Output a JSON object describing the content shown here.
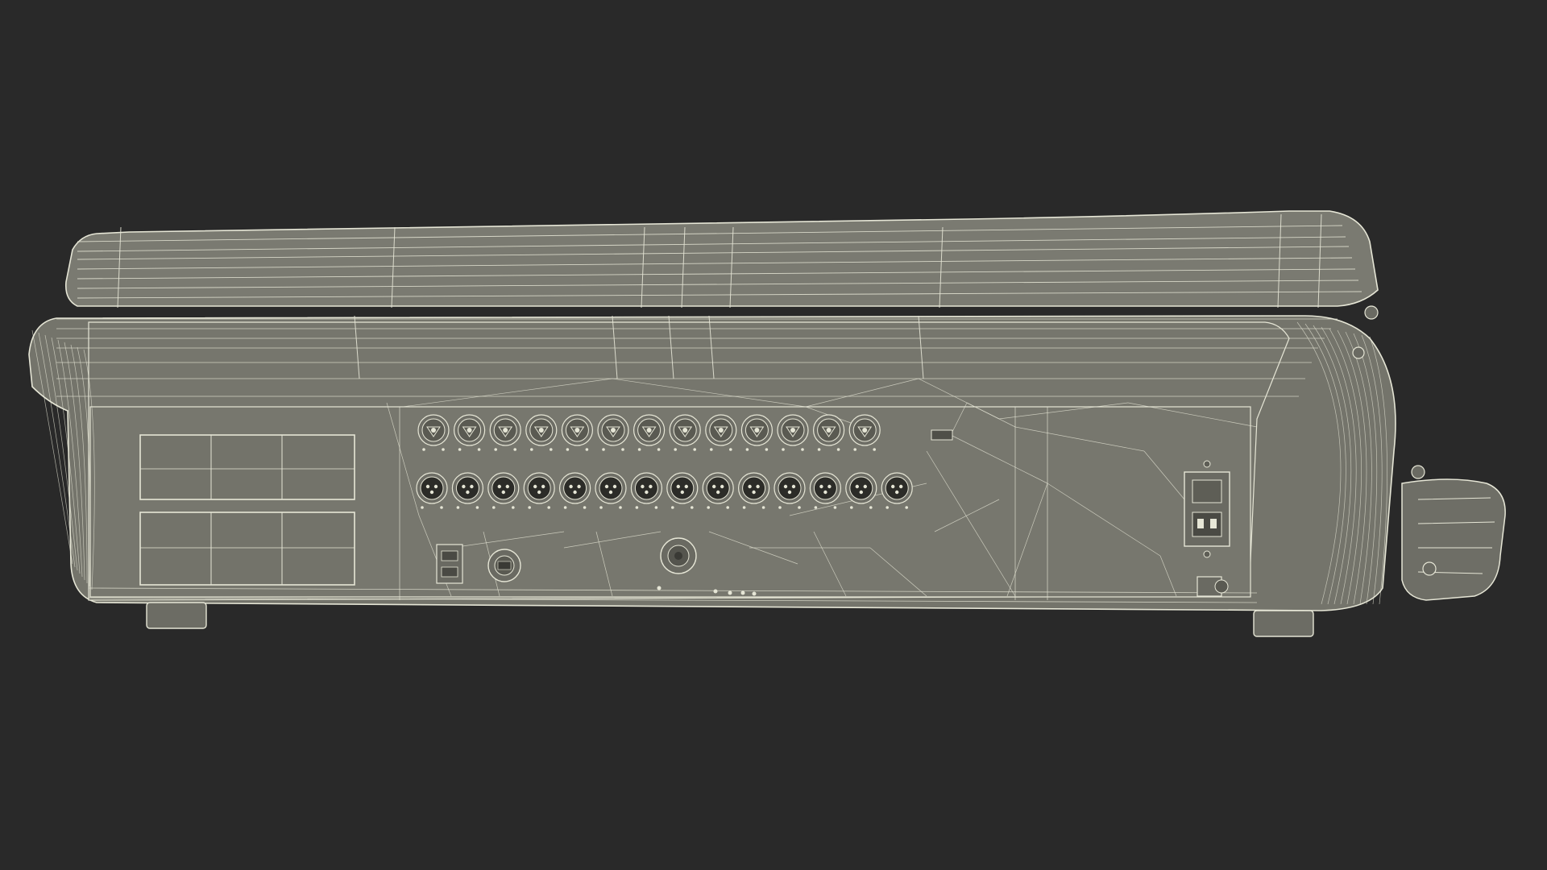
{
  "scene": {
    "subject": "wireframe-render-mixing-console-rear",
    "colors": {
      "background": "#292929",
      "body_fill": "#74746b",
      "body_fill_light": "#7d7d74",
      "body_fill_dark": "#66665e",
      "wire": "#e6e6d6",
      "wire_faint": "#c8c8b8",
      "connector_dark": "#2c2c28"
    },
    "xlr_inputs_row1": 13,
    "xlr_outputs_row2": 14,
    "vent_panels": 2,
    "feet": 2
  }
}
